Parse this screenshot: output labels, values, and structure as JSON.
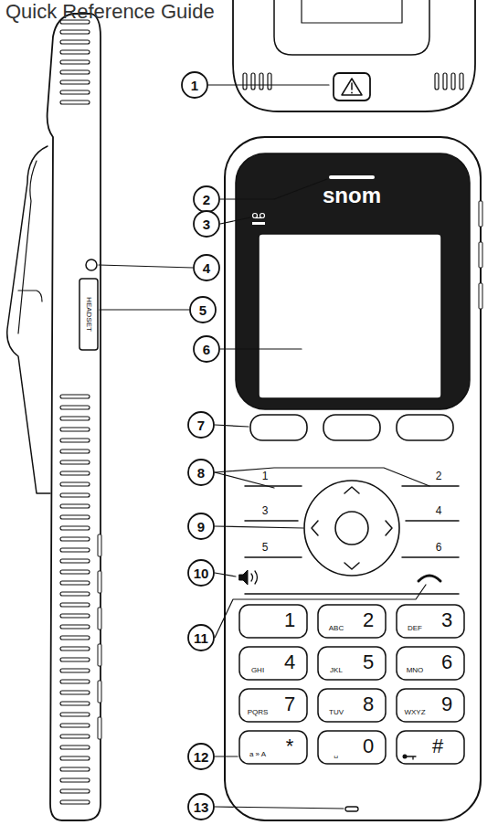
{
  "diagram": {
    "title": "Quick Reference Guide",
    "labels": [
      "1",
      "2",
      "3",
      "4",
      "5",
      "6",
      "7",
      "8",
      "9",
      "10",
      "11",
      "12",
      "13",
      "snom",
      "HEADSET",
      "1",
      "2",
      "3",
      "4",
      "5",
      "6",
      "1",
      "ABC",
      "2",
      "DEF",
      "3",
      "GHI",
      "4",
      "JKL",
      "5",
      "MNO",
      "6",
      "PQRS",
      "7",
      "TUV",
      "8",
      "WXYZ",
      "9",
      "a » A",
      "*",
      "␣",
      "0",
      "#"
    ]
  }
}
